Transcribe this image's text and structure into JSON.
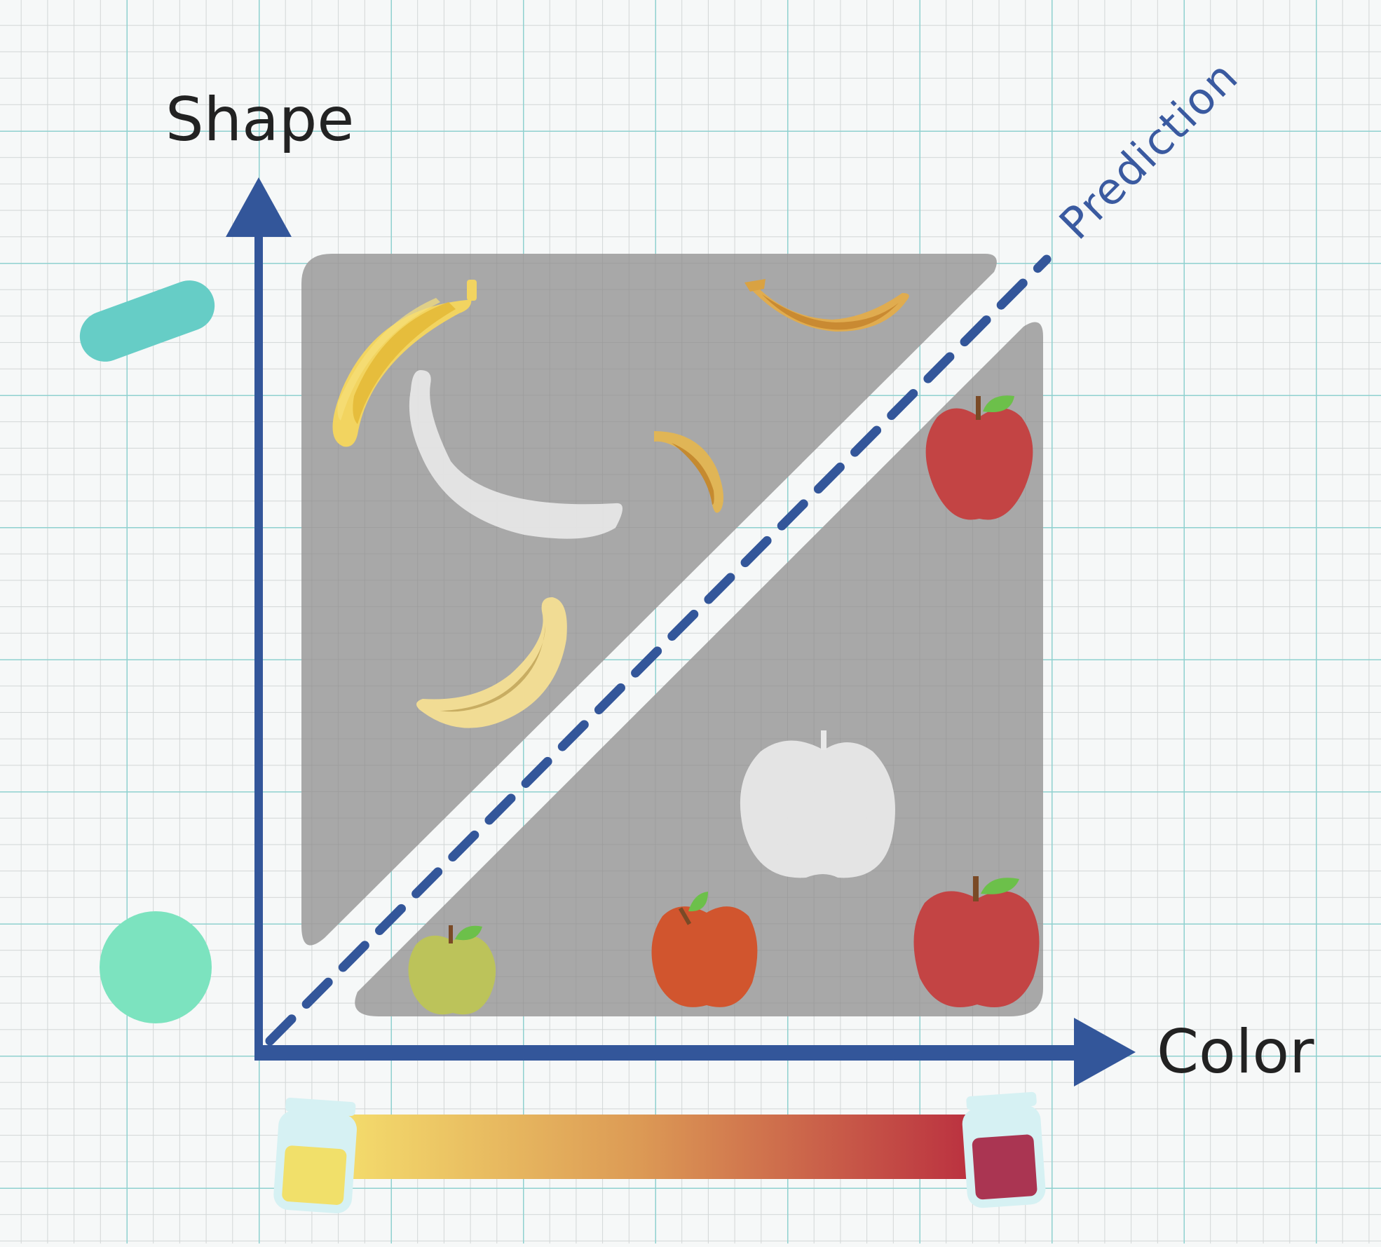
{
  "labels": {
    "y_axis": "Shape",
    "x_axis": "Color",
    "boundary": "Prediction"
  },
  "colors": {
    "axis": "#33569a",
    "boundary_line": "#33569a",
    "region": "#a8a8a8",
    "grid_major": "#8fd1cf",
    "grid_minor": "#d2d6d6",
    "banana_yellow": "#f2d460",
    "banana_ripe": "#e0ac4f",
    "apple_red": "#c34444",
    "apple_green": "#bcc35a",
    "apple_orange": "#d1552e",
    "leaf": "#6cc04a",
    "ghost": "#e9e9e9",
    "gradient_start": "#f4dc6c",
    "gradient_end": "#b8283e",
    "shape_elongated": "#66cdc6",
    "shape_round": "#7ce3bf"
  },
  "icons": {
    "elongated_shape": "capsule-icon",
    "round_shape": "circle-icon",
    "yellow_end": "yellow-jar-icon",
    "red_end": "red-jar-icon",
    "fruit_a": "banana-icon",
    "fruit_b": "apple-icon"
  }
}
